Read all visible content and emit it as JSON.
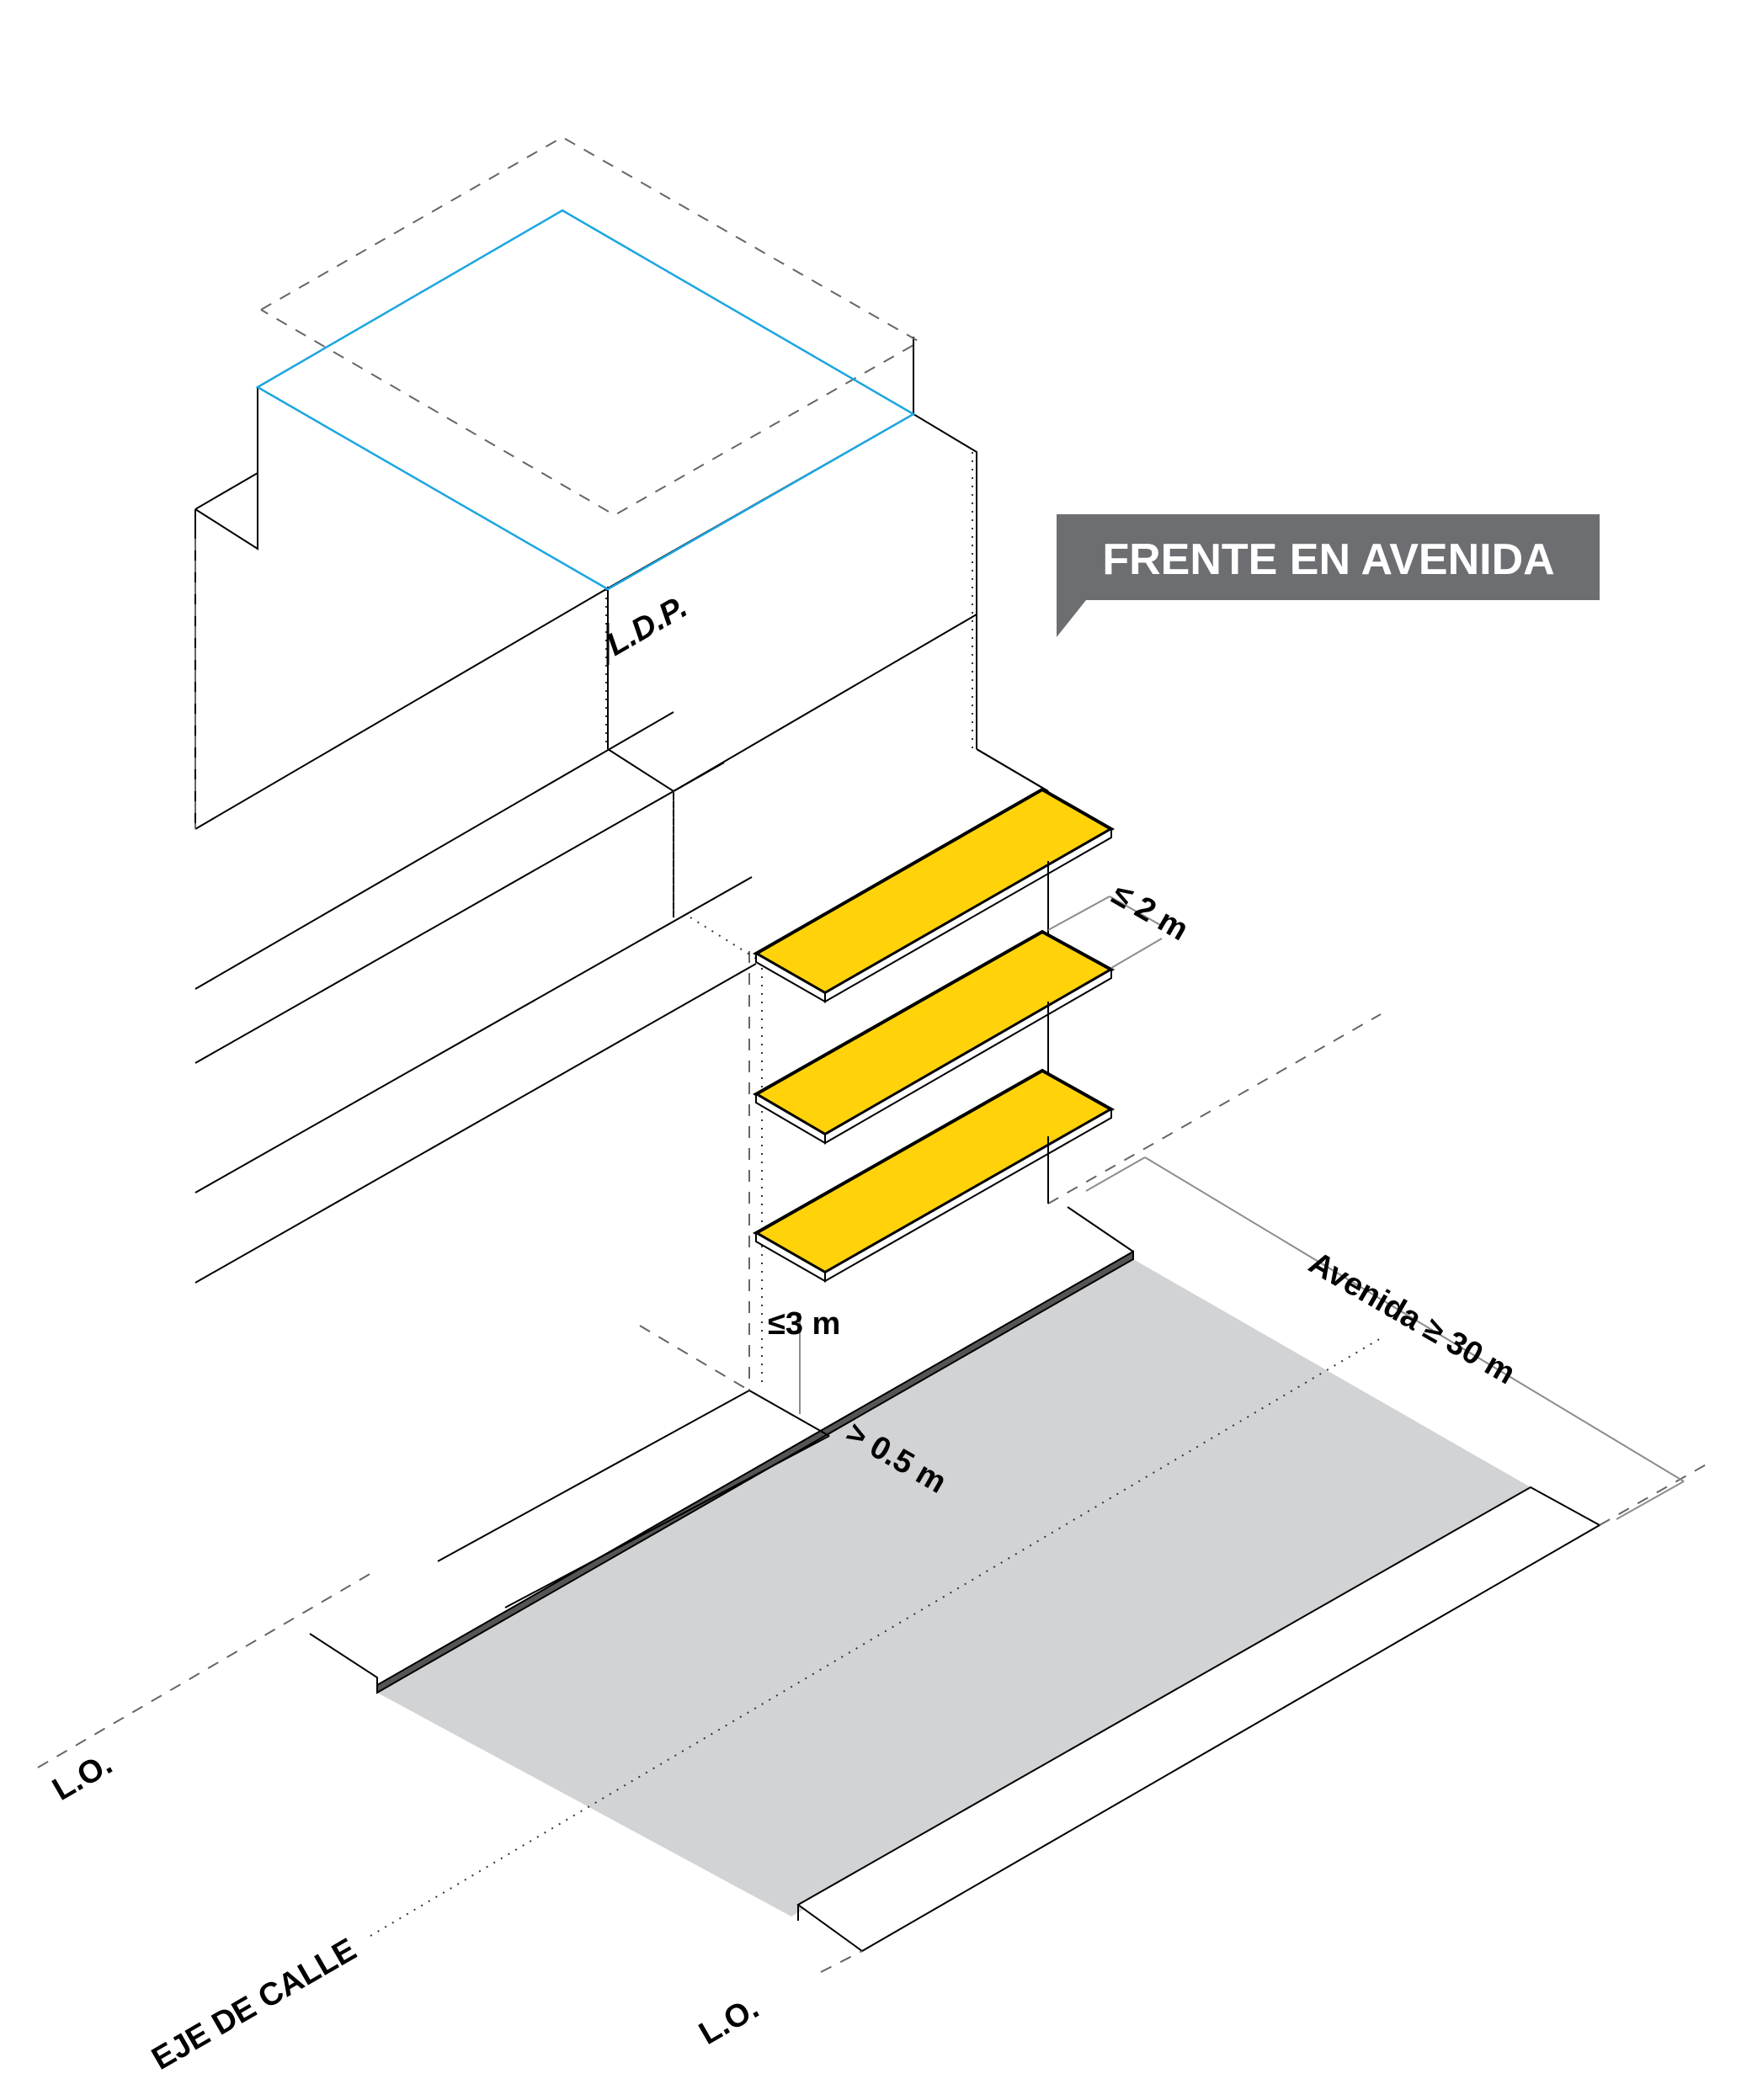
{
  "callout": {
    "title": "FRENTE EN AVENIDA"
  },
  "labels": {
    "ldp": "L.D.P.",
    "max_2m": "≤ 2 m",
    "max_3m": "≤3 m",
    "min_05m": "> 0.5 m",
    "avenida": "Avenida ≥ 30 m",
    "lo_left": "L.O.",
    "lo_bottom": "L.O.",
    "eje": "EJE DE CALLE"
  },
  "colors": {
    "balcony": "#FFD20A",
    "roof_outline": "#1BA6E0",
    "street": "#D2D3D5",
    "callout_bg": "#6D6E71",
    "line": "#000000",
    "dim_line": "#8C8C8C"
  }
}
